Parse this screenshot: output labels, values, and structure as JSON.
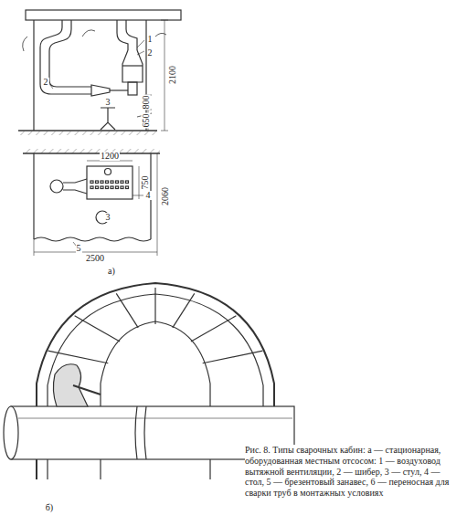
{
  "diagram": {
    "caption": "Рис. 8. Типы сварочных кабин: а — стационарная, оборудованная местным отсосом: 1 — воздуховод вытяжной вентиляции, 2 — шибер, 3 — стул, 4 — стол, 5 — брезентовый занавес, 6 — переносная для сварки труб в монтажных условиях",
    "labels": [
      "1",
      "2",
      "2",
      "3",
      "800",
      "650",
      "2100",
      "1200",
      "750",
      "4",
      "3",
      "5",
      "2060",
      "2500",
      "а)",
      "б)"
    ]
  }
}
